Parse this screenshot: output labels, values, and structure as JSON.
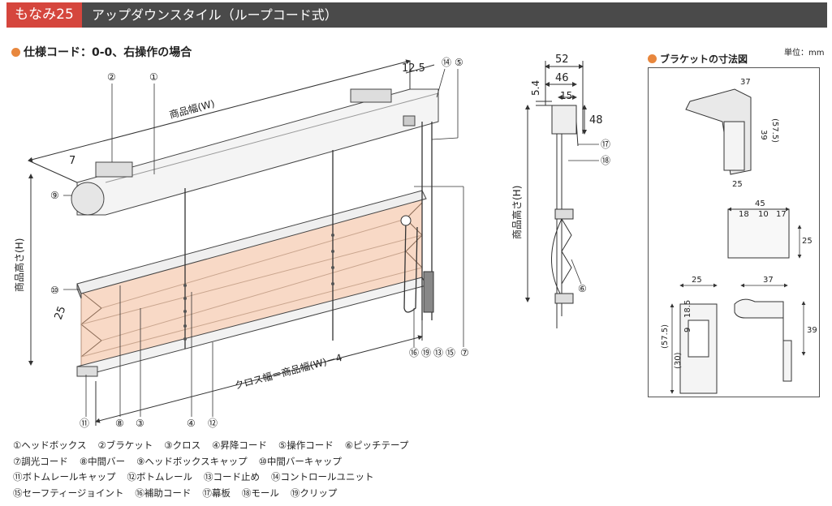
{
  "header": {
    "tag": "もなみ25",
    "title": "アップダウンスタイル（ループコード式）"
  },
  "spec_title": "仕様コード：0-0、右操作の場合",
  "bracket_title": "ブラケットの寸法図",
  "unit": "単位：mm",
  "main_dims": {
    "width": "商品幅(W)",
    "height": "商品高さ(H)",
    "cloth": "クロス幅＝商品幅(W)－4",
    "d125": "12.5",
    "d7": "7",
    "d25": "25"
  },
  "side_dims": {
    "d52": "52",
    "d46": "46",
    "d15": "15",
    "d54": "5.4",
    "d48": "48",
    "height": "商品高さ(H)"
  },
  "bracket_dims": {
    "d37a": "37",
    "d39a": "39",
    "d575a": "(57.5)",
    "d25a": "25",
    "d45": "45",
    "d18": "18",
    "d10": "10",
    "d17": "17",
    "d25b": "25",
    "d25c": "25",
    "d185": "18.5",
    "d9": "9",
    "d575b": "(57.5)",
    "d30": "(30)",
    "d37b": "37",
    "d39b": "39"
  },
  "callouts": {
    "c1": "①",
    "c2": "②",
    "c3": "③",
    "c4": "④",
    "c5": "⑤",
    "c6": "⑥",
    "c7": "⑦",
    "c8": "⑧",
    "c9": "⑨",
    "c10": "⑩",
    "c11": "⑪",
    "c12": "⑫",
    "c13": "⑬",
    "c14": "⑭",
    "c15": "⑮",
    "c16": "⑯",
    "c17": "⑰",
    "c18": "⑱",
    "c19": "⑲"
  },
  "legend": [
    [
      "①ヘッドボックス",
      "②ブラケット",
      "③クロス",
      "④昇降コード",
      "⑤操作コード",
      "⑥ピッチテープ"
    ],
    [
      "⑦調光コード",
      "⑧中間バー",
      "⑨ヘッドボックスキャップ",
      "⑩中間バーキャップ"
    ],
    [
      "⑪ボトムレールキャップ",
      "⑫ボトムレール",
      "⑬コード止め",
      "⑭コントロールユニット"
    ],
    [
      "⑮セーフティージョイント",
      "⑯補助コード",
      "⑰幕板",
      "⑱モール",
      "⑲クリップ"
    ]
  ],
  "colors": {
    "accent": "#d5463d",
    "header_bg": "#4a4a4a",
    "cloth": "#f8d9c6",
    "dot": "#e8873d"
  }
}
